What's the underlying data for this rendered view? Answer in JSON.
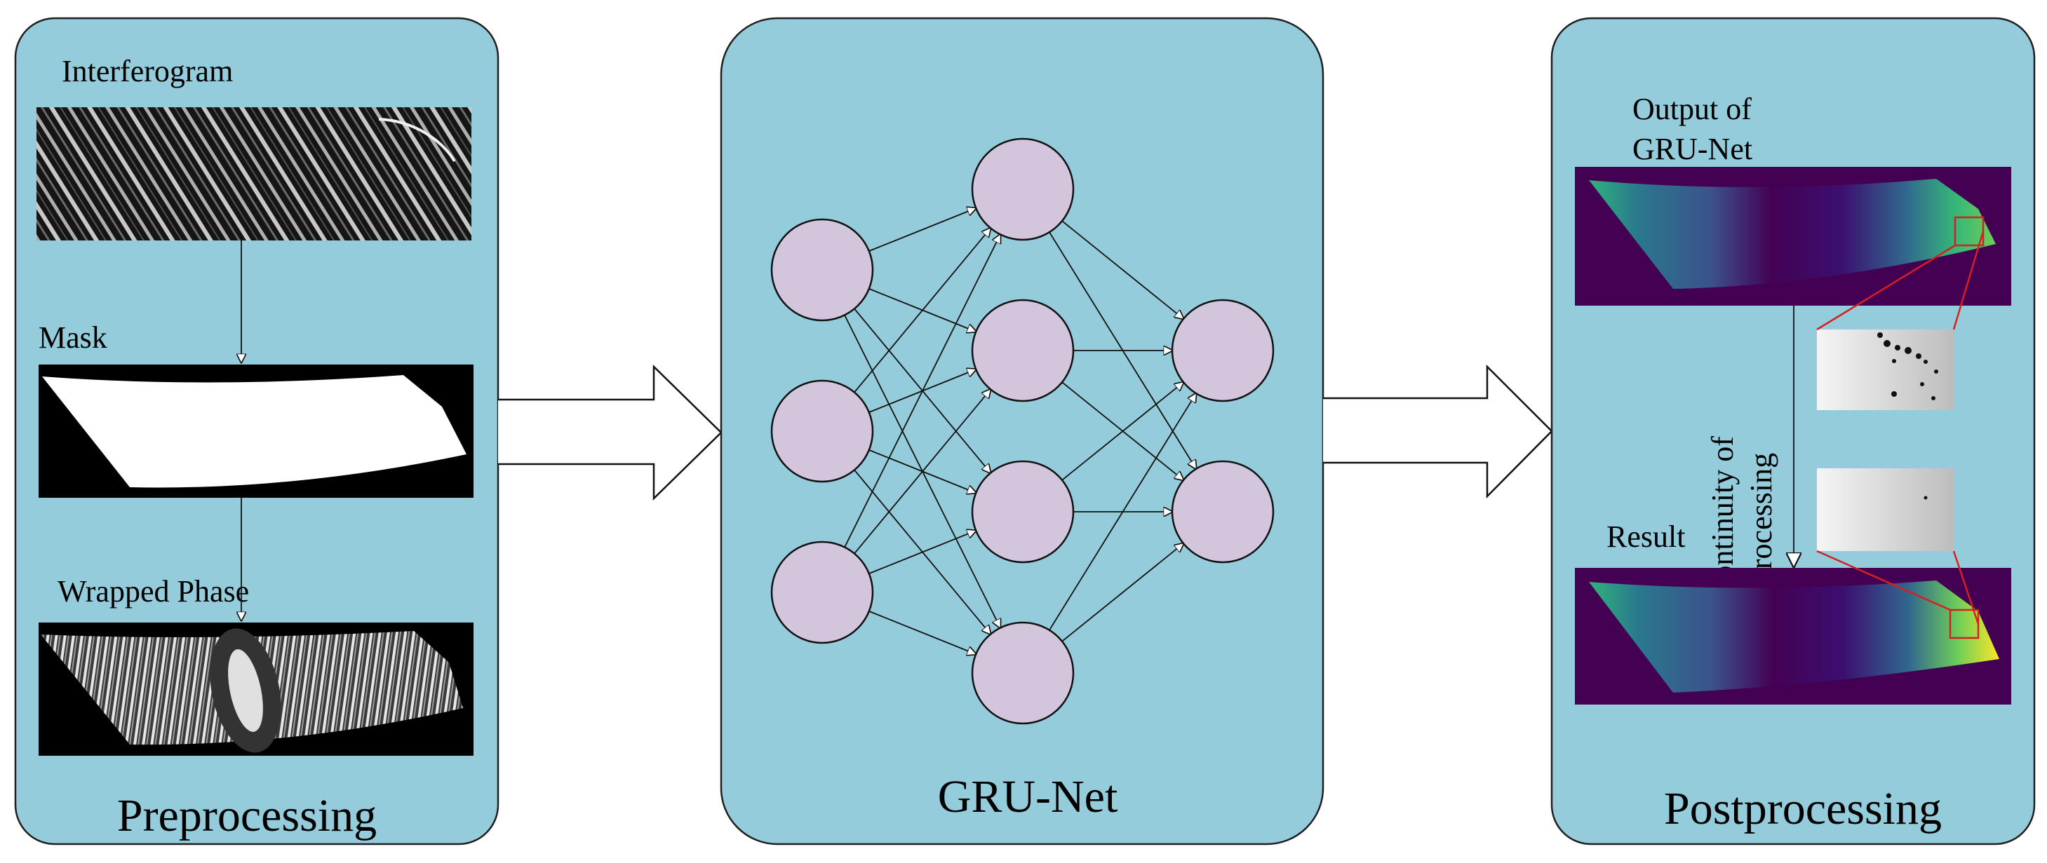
{
  "panels": {
    "preprocessing": {
      "title": "Preprocessing",
      "labels": {
        "interferogram": "Interferogram",
        "mask": "Mask",
        "wrapped_phase": "Wrapped Phase"
      }
    },
    "network": {
      "title": "GRU-Net",
      "layers": [
        3,
        4,
        2
      ]
    },
    "postprocessing": {
      "title": "Postprocessing",
      "output_line1": "Output of",
      "output_line2": "GRU-Net",
      "result": "Result",
      "continuity_line1": "Continuity of",
      "continuity_line2": "processing"
    }
  },
  "colors": {
    "panel_fill": "#94ccdb",
    "node_fill": "#d3c6dc",
    "zoom_lines": "#d62020",
    "phase_map_dark": "#440154",
    "phase_map_mid": "#2a788e",
    "phase_map_light": "#fde725"
  }
}
